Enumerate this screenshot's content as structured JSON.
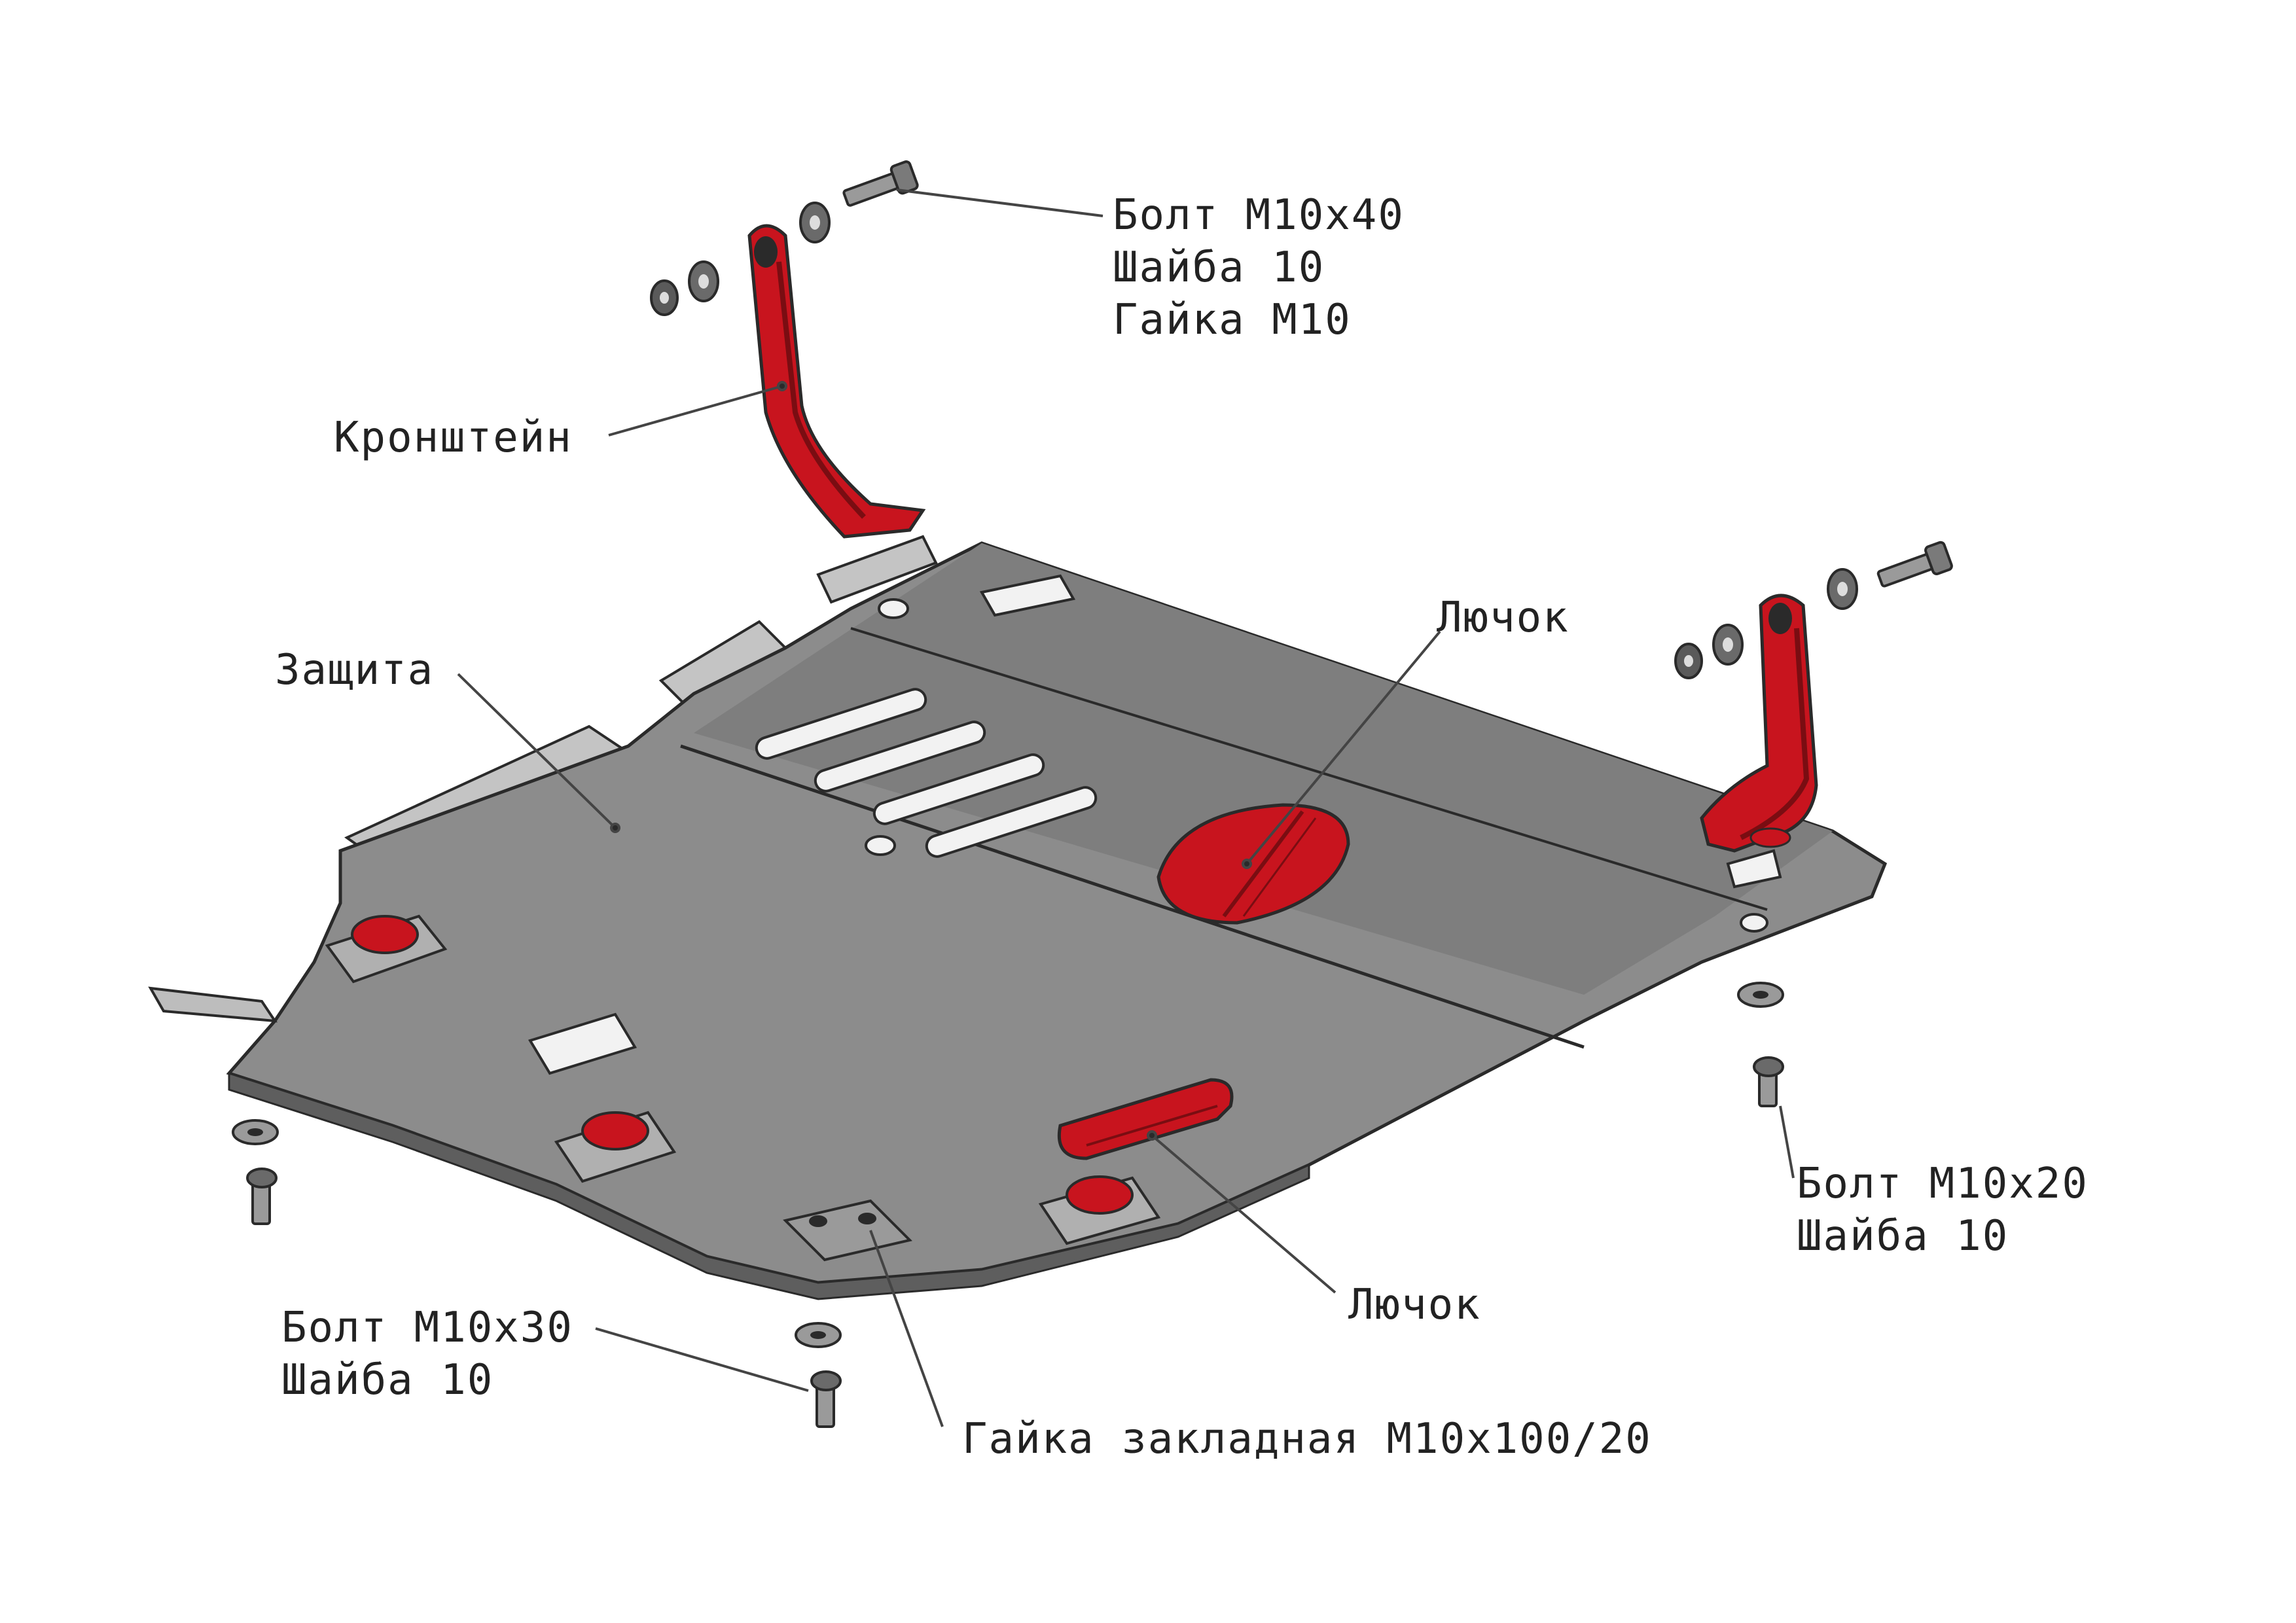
{
  "labels": {
    "bolt_m10x40": "Болт М10х40",
    "washer_10_top": "Шайба 10",
    "nut_m10": "Гайка М10",
    "bracket": "Кронштейн",
    "guard": "Защита",
    "hatch_top": "Лючок",
    "hatch_bottom": "Лючок",
    "bolt_m10x20": "Болт М10х20",
    "washer_10_right": "Шайба 10",
    "bolt_m10x30": "Болт М10х30",
    "washer_10_left": "Шайба 10",
    "embedded_nut": "Гайка закладная М10х100/20"
  },
  "colors": {
    "plate": "#8a8a8a",
    "plate_dark": "#6e6e6e",
    "plate_light": "#b8b8b8",
    "red_part": "#c8141e",
    "red_dark": "#7a0d12",
    "outline": "#2a2a2a",
    "text": "#222222"
  }
}
